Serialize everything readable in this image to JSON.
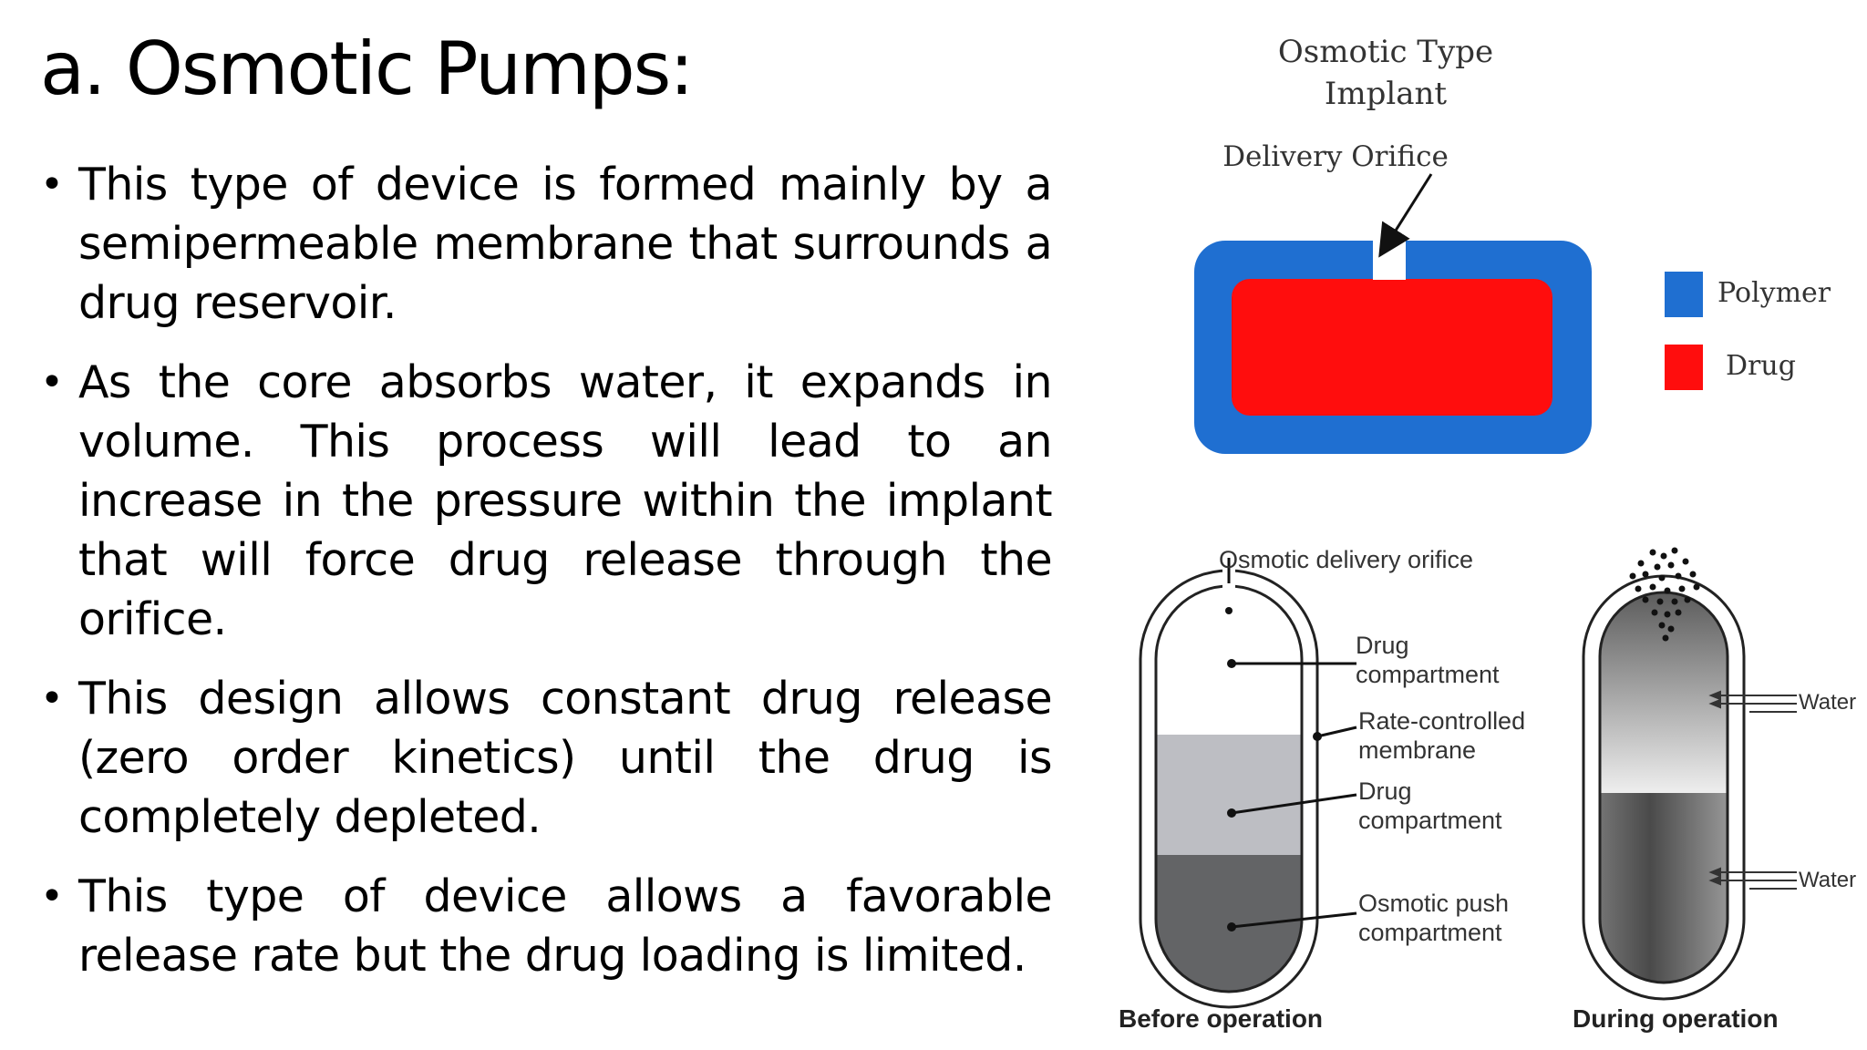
{
  "slide": {
    "title": "a. Osmotic Pumps:",
    "bullets": [
      "This type of device is formed mainly by a semipermeable membrane that surrounds a drug reservoir.",
      "As the core absorbs water, it expands in volume. This process will lead to an increase in the pressure within the implant that will force drug release through the orifice.",
      "This design allows constant drug release (zero order kinetics) until the drug is completely depleted.",
      "This type of device allows a favorable release rate but the drug loading is limited."
    ],
    "bullet_symbol": "•"
  },
  "implant_figure": {
    "title_line1": "Osmotic Type",
    "title_line2": "Implant",
    "orifice_label": "Delivery Orifice",
    "legend": {
      "polymer": "Polymer",
      "drug": "Drug"
    },
    "colors": {
      "polymer": "#1f6fd1",
      "drug": "#ff0d0d"
    }
  },
  "pump_figure": {
    "osmotic_orifice": "Osmotic delivery orifice",
    "drug_compartment_1": [
      "Drug",
      "compartment"
    ],
    "rate_membrane": [
      "Rate-controlled",
      "membrane"
    ],
    "drug_compartment_2": [
      "Drug",
      "compartment"
    ],
    "push_compartment": [
      "Osmotic push",
      "compartment"
    ],
    "water": "Water",
    "before_caption": "Before operation",
    "during_caption": "During operation"
  }
}
